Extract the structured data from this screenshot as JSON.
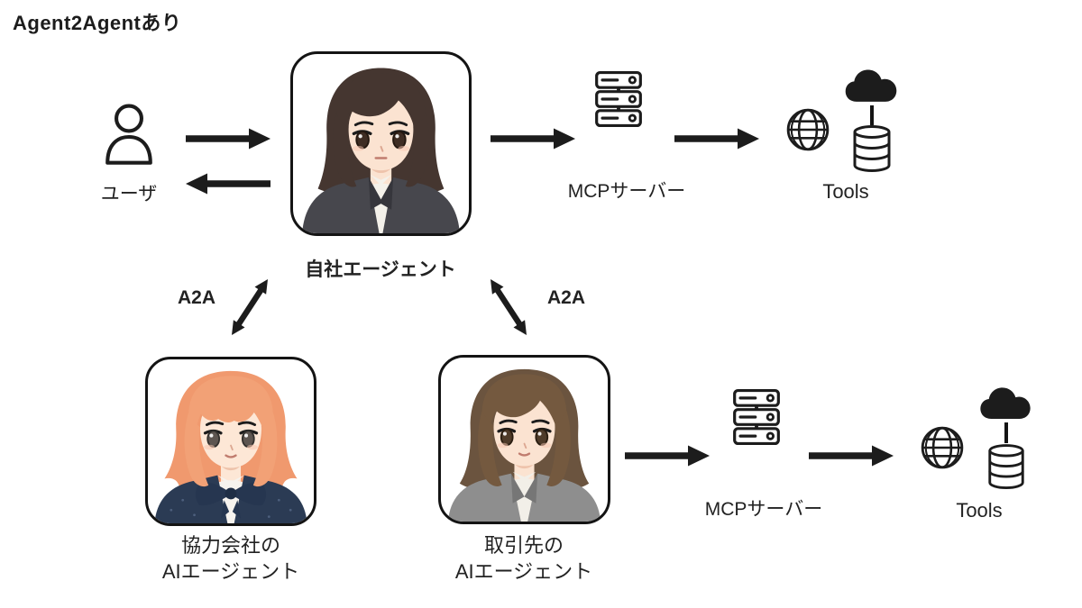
{
  "title": "Agent2Agentあり",
  "nodes": {
    "user": {
      "label": "ユーザ",
      "icon": "person-outline-icon"
    },
    "own_agent": {
      "label": "自社エージェント",
      "portrait": "dark-bob-woman-charcoal-blazer"
    },
    "partner_agent": {
      "label_line1": "協力会社の",
      "label_line2": "AIエージェント",
      "portrait": "orange-hair-woman-navy-blazer-bow"
    },
    "client_agent": {
      "label_line1": "取引先の",
      "label_line2": "AIエージェント",
      "portrait": "brown-hair-woman-gray-blazer"
    },
    "mcp_server_top": {
      "label": "MCPサーバー",
      "icon": "server-stack-icon"
    },
    "mcp_server_bottom": {
      "label": "MCPサーバー",
      "icon": "server-stack-icon"
    },
    "tools_top": {
      "label": "Tools",
      "icons": [
        "globe-icon",
        "cloud-icon",
        "database-icon"
      ]
    },
    "tools_bottom": {
      "label": "Tools",
      "icons": [
        "globe-icon",
        "cloud-icon",
        "database-icon"
      ]
    }
  },
  "edges": {
    "user_to_own_agent": {
      "type": "arrow-right"
    },
    "own_agent_to_user": {
      "type": "arrow-left"
    },
    "own_agent_to_mcp_top": {
      "type": "arrow-right"
    },
    "mcp_top_to_tools_top": {
      "type": "arrow-right"
    },
    "own_agent_partner_a2a": {
      "label": "A2A",
      "type": "double-arrow-diagonal"
    },
    "own_agent_client_a2a": {
      "label": "A2A",
      "type": "double-arrow-diagonal"
    },
    "client_agent_to_mcp_bottom": {
      "type": "arrow-right"
    },
    "mcp_bottom_to_tools_bottom": {
      "type": "arrow-right"
    }
  },
  "colors": {
    "background": "#ffffff",
    "line": "#1c1c1c",
    "skin": "#fbe3d1",
    "shirt": "#f4f1ea",
    "own_agent_hair": "#453630",
    "own_agent_blazer": "#47474d",
    "partner_agent_hair": "#f0996e",
    "partner_agent_blazer": "#2b3b54",
    "client_agent_hair": "#6d5540",
    "client_agent_blazer": "#8e8e8e"
  }
}
